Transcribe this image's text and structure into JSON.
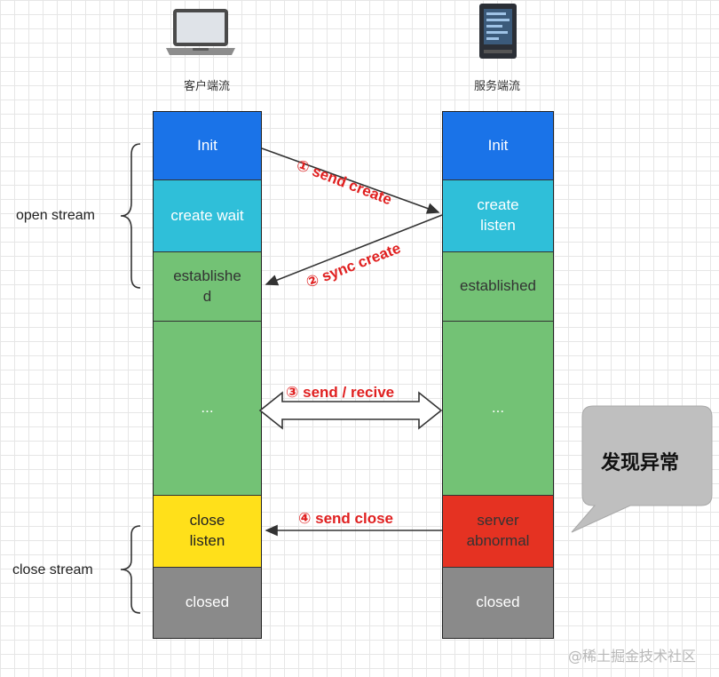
{
  "client": {
    "caption": "客户端流",
    "states": [
      "Init",
      "create wait",
      "establishe\nd",
      "...",
      "close\nlisten",
      "closed"
    ]
  },
  "server": {
    "caption": "服务端流",
    "states": [
      "Init",
      "create\nlisten",
      "established",
      "...",
      "server\nabnormal",
      "closed"
    ]
  },
  "groups": {
    "open": "open stream",
    "close": "close stream"
  },
  "messages": [
    "① send create",
    "② sync create",
    "③ send / recive",
    "④ send close"
  ],
  "callout": "发现异常",
  "watermark": "@稀土掘金技术社区",
  "colors": {
    "blue": "#1a73e8",
    "cyan": "#2fbfd9",
    "green": "#73c275",
    "yellow": "#ffe01a",
    "red": "#e53222",
    "gray": "#8a8a8a",
    "message_red": "#e02020"
  },
  "icons": [
    "laptop-icon",
    "server-icon"
  ]
}
